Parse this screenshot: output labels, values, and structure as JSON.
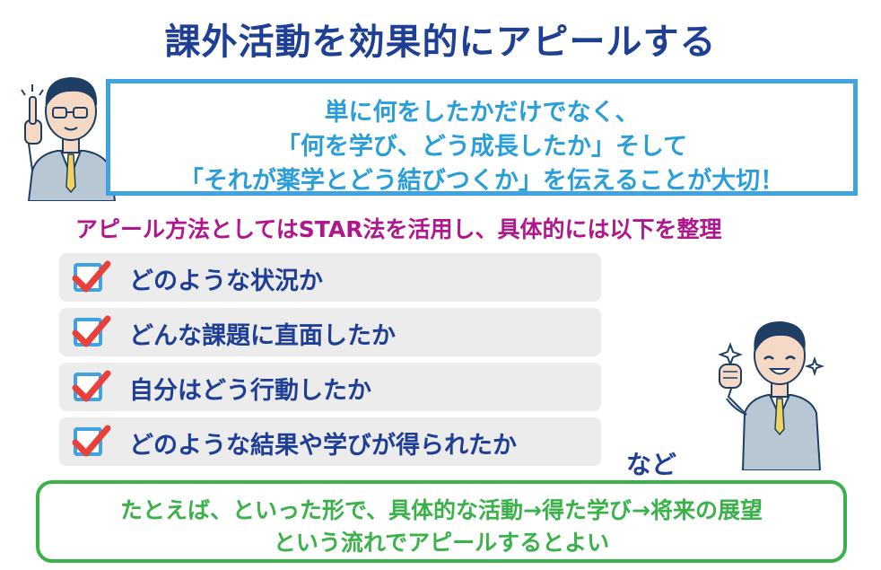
{
  "title": "課外活動を効果的にアピールする",
  "callout": {
    "line1": "単に何をしたかだけでなく、",
    "line2": "「何を学び、どう成長したか」そして",
    "line3": "「それが薬学とどう結びつくか」を伝えることが大切！"
  },
  "star_heading": "アピール方法としてはSTAR法を活用し、具体的には以下を整理",
  "checklist": [
    {
      "label": "どのような状況か"
    },
    {
      "label": "どんな課題に直面したか"
    },
    {
      "label": "自分はどう行動したか"
    },
    {
      "label": "どのような結果や学びが得られたか"
    }
  ],
  "etc_label": "など",
  "bottom": {
    "line1": "たとえば、といった形で、具体的な活動→得た学び→将来の展望",
    "line2": "という流れでアピールするとよい"
  },
  "colors": {
    "title": "#1e3f94",
    "callout_border": "#3ea3e0",
    "callout_text": "#2a9ed8",
    "star_heading": "#b0178c",
    "check_box": "#3ea3e0",
    "check_mark": "#e8413c",
    "bottom_border": "#3bb14a",
    "bottom_text": "#3bb14a"
  },
  "icons": {
    "teacher": "person-pointing-icon",
    "student": "person-fist-pump-icon",
    "check": "checkmark-icon"
  }
}
